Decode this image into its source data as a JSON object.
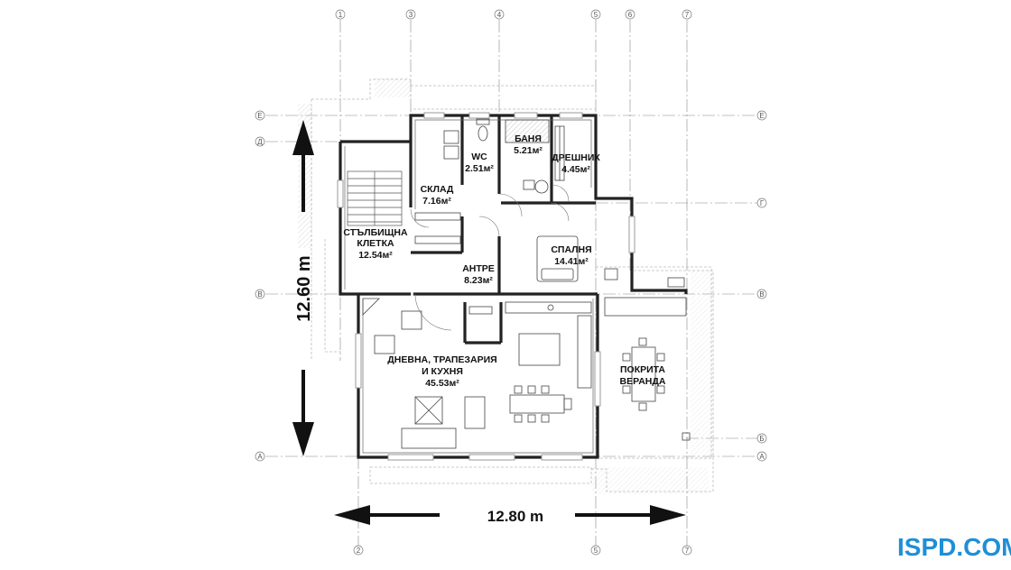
{
  "axes": {
    "vertical": [
      "1",
      "3",
      "4",
      "5",
      "6",
      "7"
    ],
    "vertical_bottom": [
      "2",
      "5",
      "7"
    ],
    "horizontal_left": [
      "Е",
      "Д",
      "В",
      "А"
    ],
    "horizontal_right": [
      "Е",
      "Г",
      "В",
      "Б",
      "А"
    ]
  },
  "rooms": [
    {
      "id": "wc",
      "name": "WC",
      "area": "2.51м²"
    },
    {
      "id": "banya",
      "name": "БАНЯ",
      "area": "5.21м²"
    },
    {
      "id": "dreshnik",
      "name": "ДРЕШНИК",
      "area": "4.45м²"
    },
    {
      "id": "sklad",
      "name": "СКЛАД",
      "area": "7.16м²"
    },
    {
      "id": "stairs",
      "name": "СТЪЛБИЩНА",
      "name2": "КЛЕТКА",
      "area": "12.54м²"
    },
    {
      "id": "spalnya",
      "name": "СПАЛНЯ",
      "area": "14.41м²"
    },
    {
      "id": "antre",
      "name": "АНТРЕ",
      "area": "8.23м²"
    },
    {
      "id": "dnevna",
      "name": "ДНЕВНА, ТРАПЕЗАРИЯ",
      "name2": "И КУХНЯ",
      "area": "45.53м²"
    },
    {
      "id": "veranda",
      "name": "ПОКРИТА",
      "name2": "ВЕРАНДА"
    }
  ],
  "dimensions": {
    "height": "12.60 m",
    "width": "12.80 m"
  },
  "logo": {
    "text": "ISPD.COM"
  }
}
